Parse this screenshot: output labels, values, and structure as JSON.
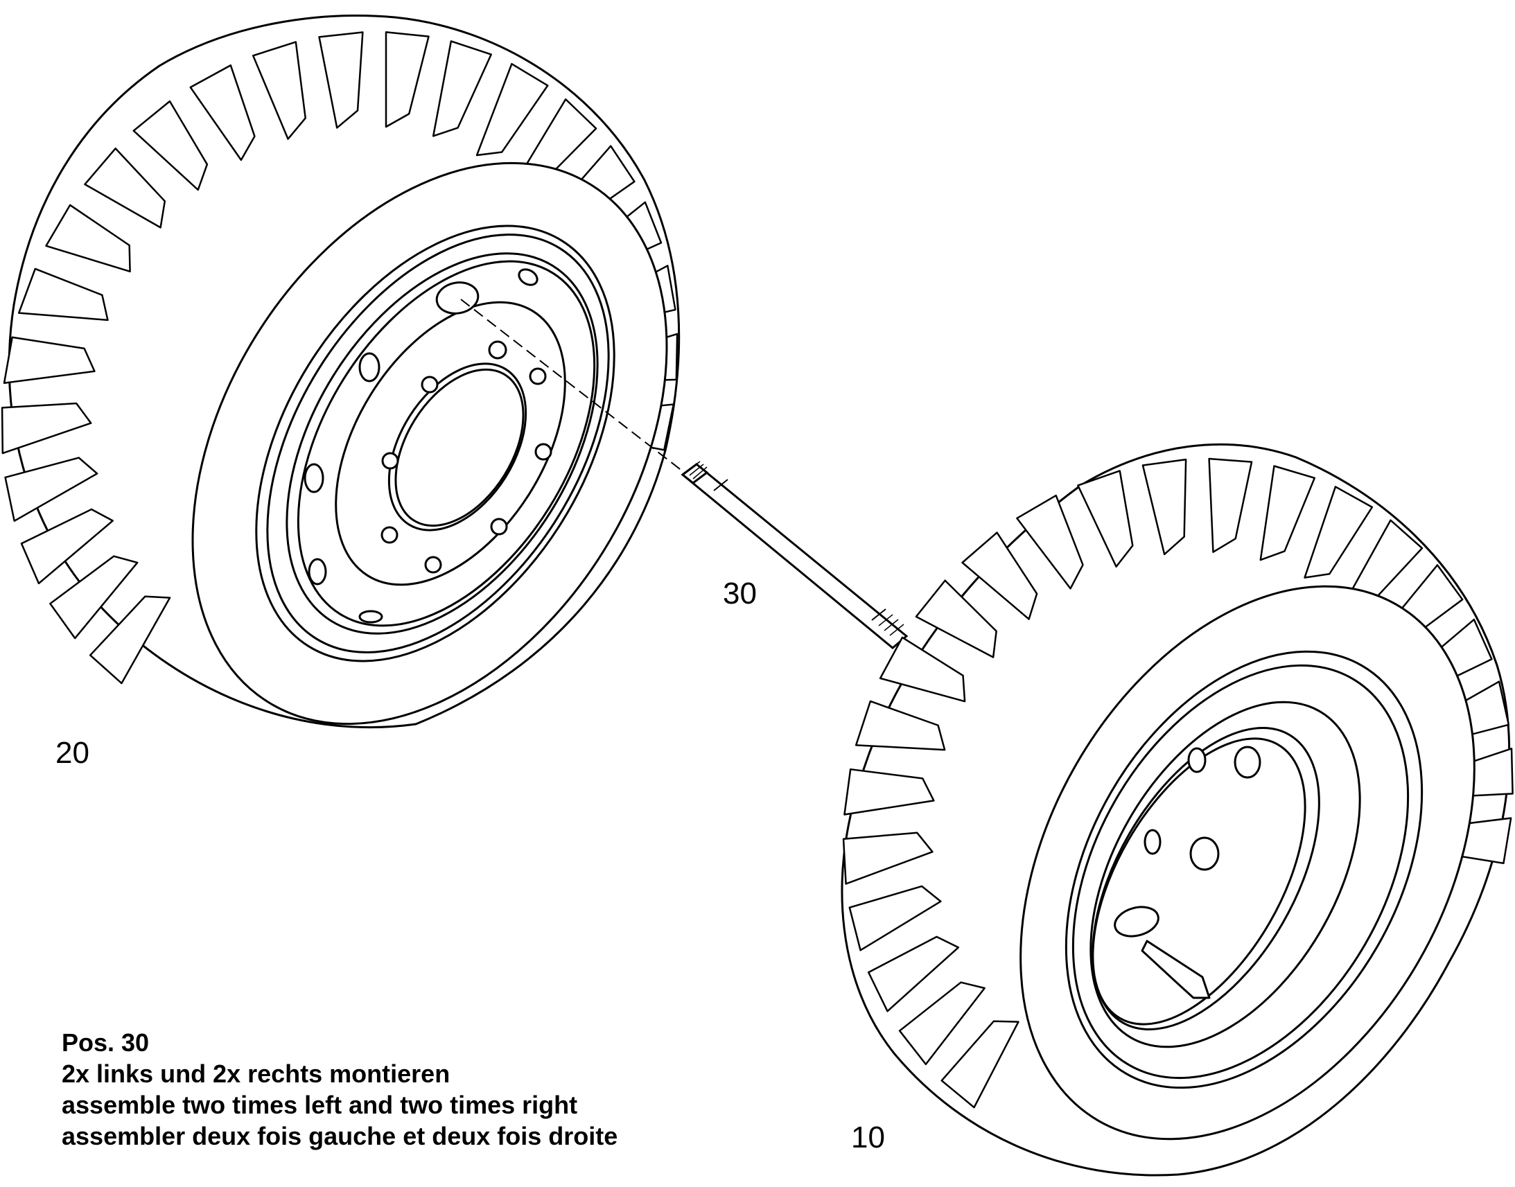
{
  "callouts": {
    "wheel_left": "20",
    "wheel_right": "10",
    "axle_pin": "30"
  },
  "note": {
    "position": "Pos. 30",
    "german": "2x links und 2x rechts montieren",
    "english": "assemble two times left and two times right",
    "french": "assembler deux fois gauche et deux fois droite"
  },
  "colors": {
    "line": "#000000",
    "background": "#ffffff"
  }
}
